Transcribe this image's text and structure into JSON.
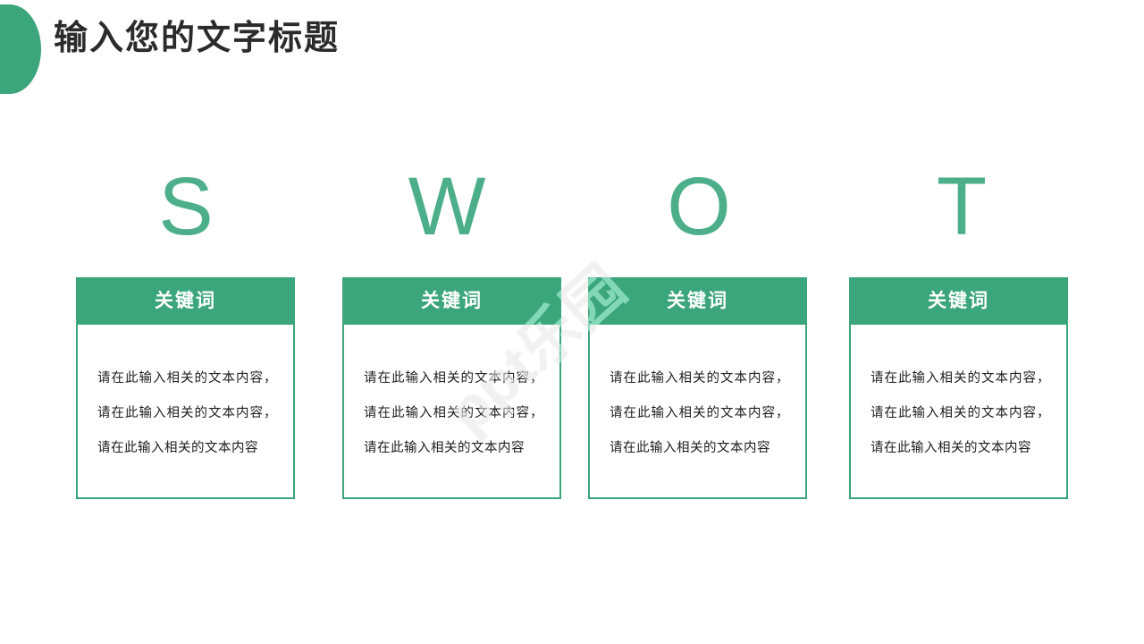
{
  "slide": {
    "title": "输入您的文字标题",
    "accent_color": "#3BA57C",
    "letter_color": "#4CAF8A",
    "background_color": "#FFFFFF",
    "watermark": "ppt乐园"
  },
  "swot": {
    "letters": [
      "S",
      "W",
      "O",
      "T"
    ]
  },
  "cards": [
    {
      "letter": "S",
      "header": "关键词",
      "body": "请在此输入相关的文本内容，请在此输入相关的文本内容，请在此输入相关的文本内容"
    },
    {
      "letter": "W",
      "header": "关键词",
      "body": "请在此输入相关的文本内容，请在此输入相关的文本内容，请在此输入相关的文本内容"
    },
    {
      "letter": "O",
      "header": "关键词",
      "body": "请在此输入相关的文本内容，请在此输入相关的文本内容，请在此输入相关的文本内容"
    },
    {
      "letter": "T",
      "header": "关键词",
      "body": "请在此输入相关的文本内容，请在此输入相关的文本内容，请在此输入相关的文本内容"
    }
  ]
}
